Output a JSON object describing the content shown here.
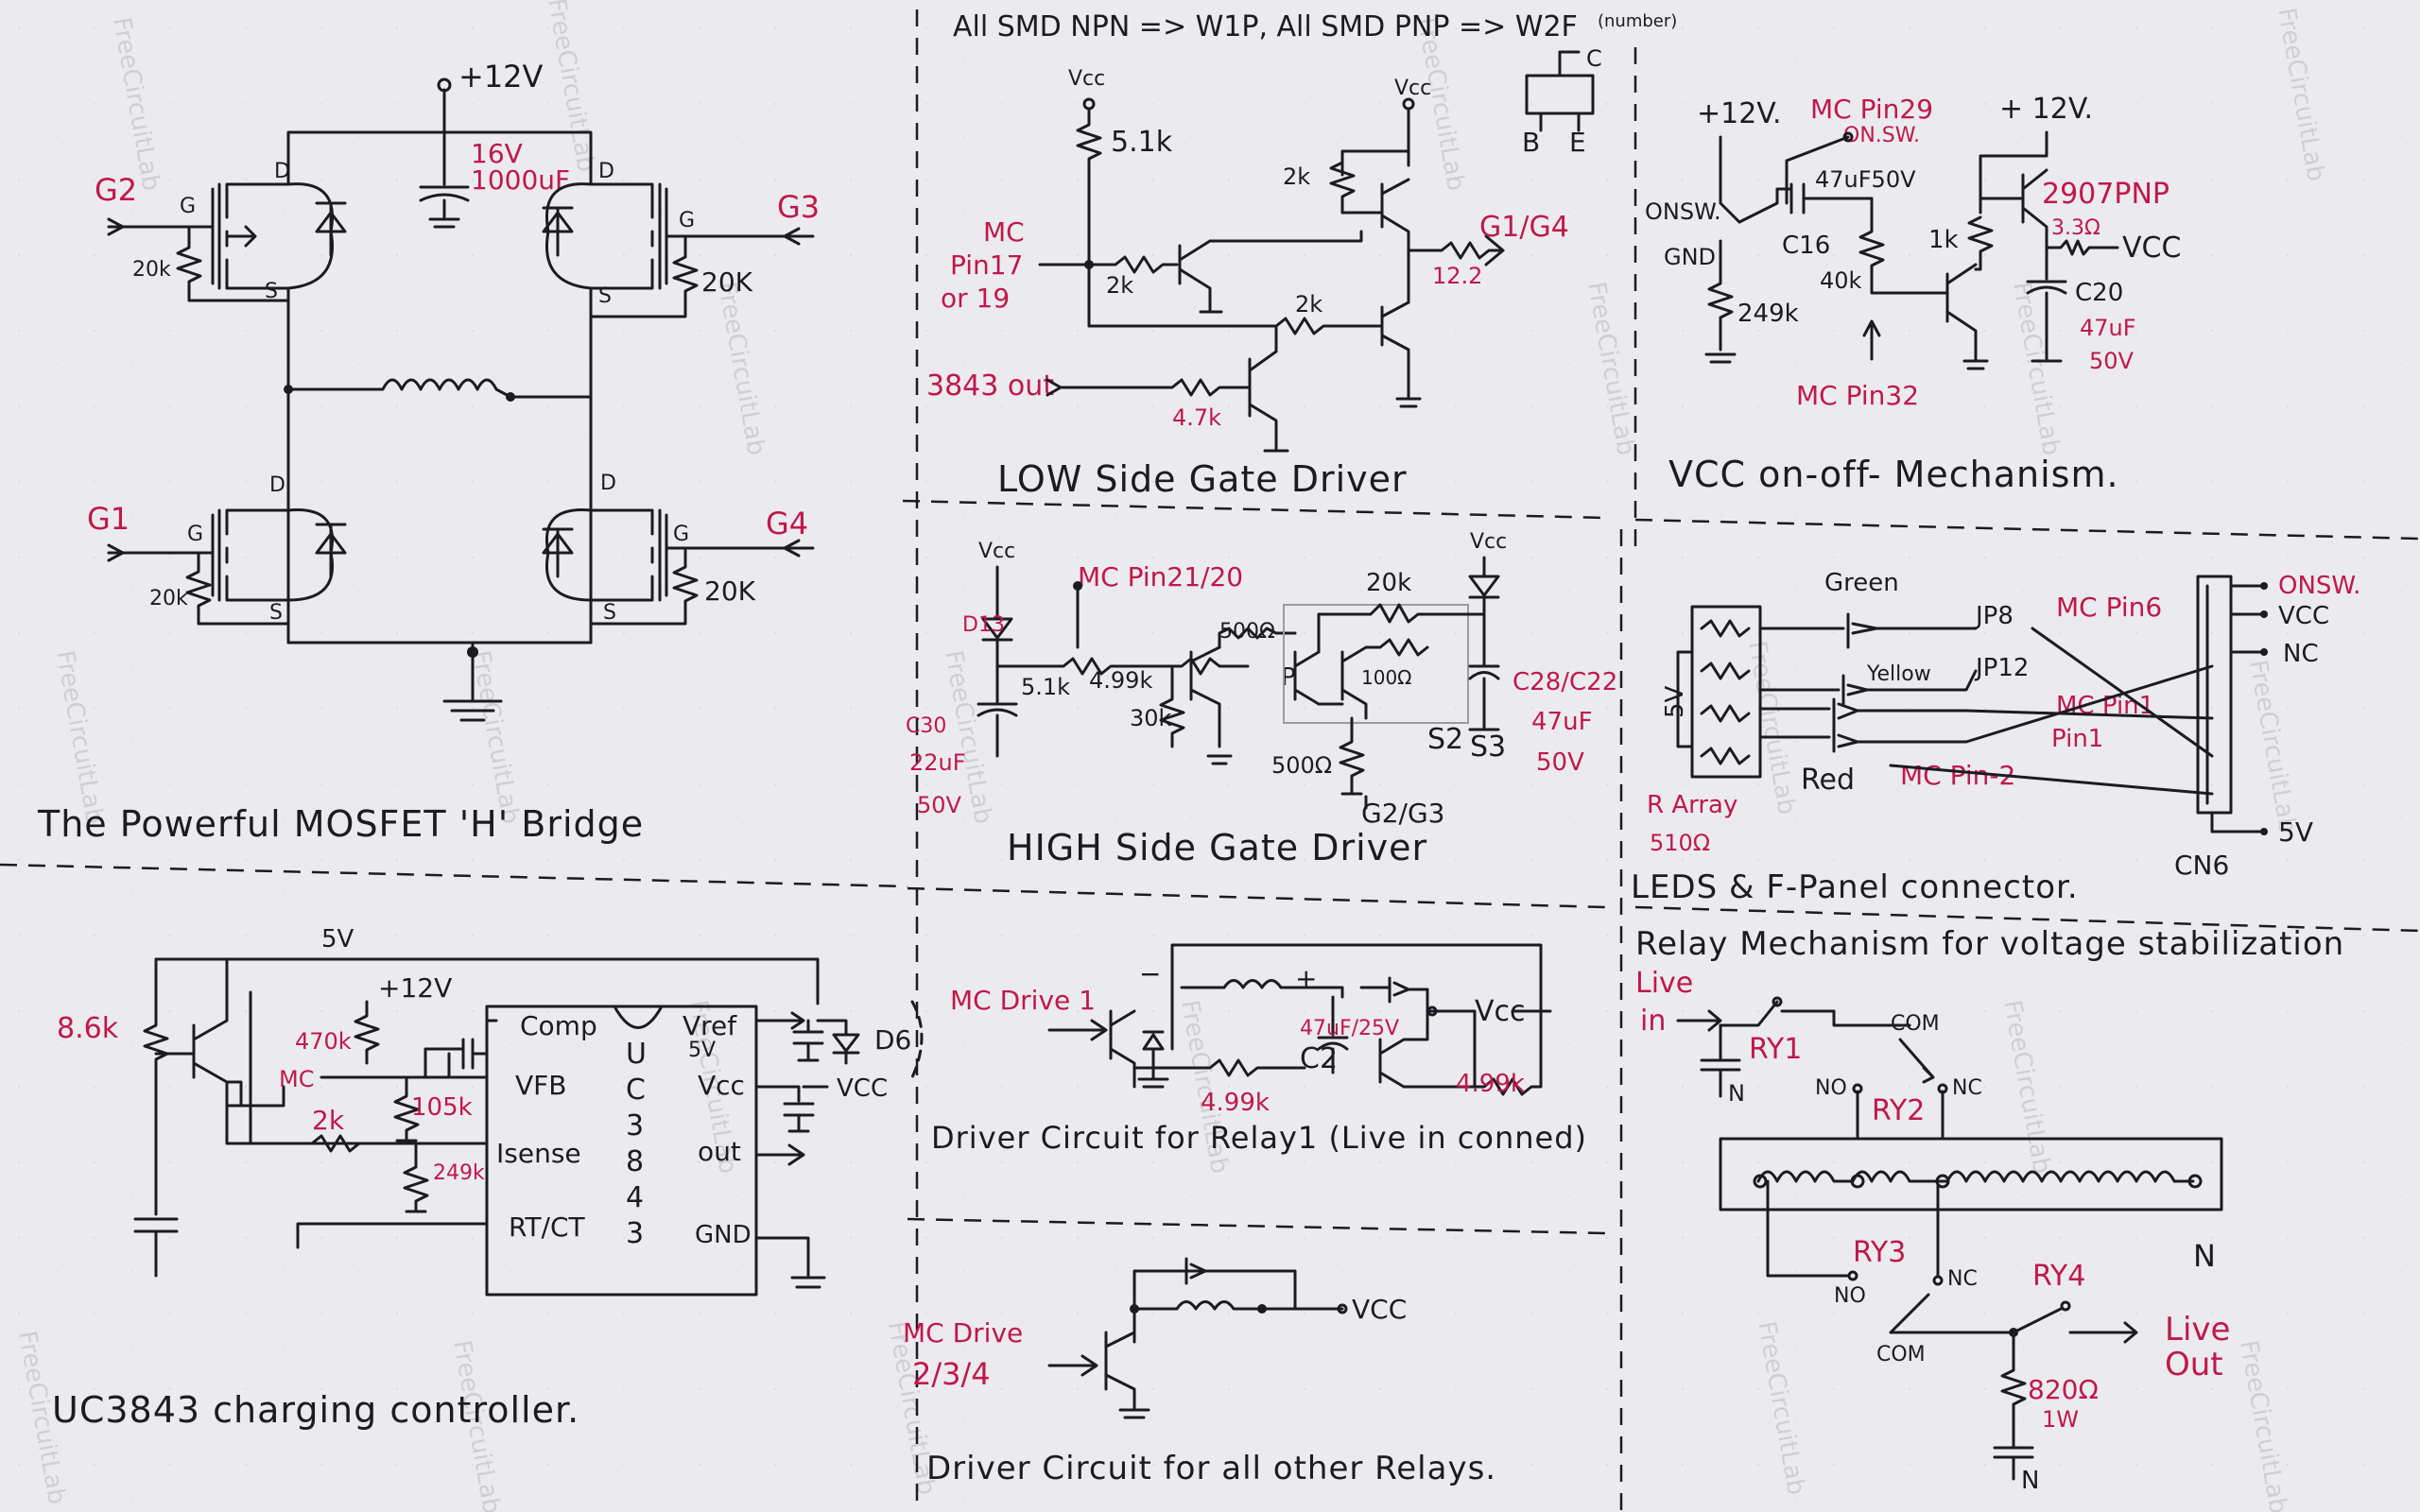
{
  "header_note": "All SMD NPN => W1P, All SMD PNP => W2F",
  "header_note_small": "(number)",
  "watermark": "FreeCircuitLab",
  "pinout": {
    "c": "C",
    "b": "B",
    "e": "E"
  },
  "hbridge": {
    "title": "The Powerful MOSFET 'H' Bridge",
    "supply": "+12V",
    "cap_v": "16V",
    "cap_c": "1000uF",
    "gates": [
      "G2",
      "G3",
      "G1",
      "G4"
    ],
    "res": "20K",
    "res_small": "20k",
    "d": "D",
    "s": "S",
    "g": "G"
  },
  "lowside": {
    "title": "LOW Side Gate Driver",
    "vcc": "Vcc",
    "r1": "5.1k",
    "r2": "2k",
    "r3": "2k",
    "r4": "2k",
    "r5": "4.7k",
    "r6": "12.2",
    "mc": "MC",
    "pin": "Pin17",
    "pin_or": "or 19",
    "in3843": "3843 out",
    "out": "G1/G4"
  },
  "vccsw": {
    "title": "VCC on-off- Mechanism.",
    "v12a": "+12V.",
    "v12b": "+ 12V.",
    "mcpin29": "MC Pin29",
    "onsw_top": "ON.SW.",
    "onsw": "ONSW.",
    "gnd": "GND",
    "c16": "C16",
    "c16v": "47uF50V",
    "r249": "249k",
    "r40": "40k",
    "r1k": "1k",
    "pnp": "2907PNP",
    "r33": "3.3Ω",
    "vcc": "VCC",
    "c20": "C20",
    "c20v1": "47uF",
    "c20v2": "50V",
    "mcpin32": "MC Pin32"
  },
  "highside": {
    "title": "HIGH Side Gate Driver",
    "vcc": "Vcc",
    "mcpin": "MC Pin21/20",
    "d13": "D13",
    "c30": "C30",
    "c30v1": "22uF",
    "c30v2": "50V",
    "r51": "5.1k",
    "r499": "4.99k",
    "r30": "30k",
    "r500": "500Ω",
    "r20": "20k",
    "r100": "100Ω",
    "r500b": "500Ω",
    "p": "P",
    "c28": "C28/C22",
    "c28v1": "47uF",
    "c28v2": "50V",
    "s2": "S2",
    "s3": "S3",
    "out": "G2/G3"
  },
  "leds": {
    "title": "LEDS & F-Panel connector.",
    "green": "Green",
    "yellow": "Yellow",
    "red": "Red",
    "jp8": "JP8",
    "jp12": "JP12",
    "mc6": "MC Pin6",
    "mc1": "MC Pin1",
    "pin1": "Pin1",
    "mc2": "MC Pin-2",
    "rarray": "R Array",
    "r510": "510Ω",
    "v5": "5V",
    "cn6": "CN6",
    "onsw": "ONSW.",
    "vcc": "VCC",
    "nc": "NC",
    "v5b": "5V"
  },
  "uc3843": {
    "title": "UC3843 charging controller.",
    "v5": "5V",
    "v12": "+12V",
    "r86": "8.6k",
    "r470": "470k",
    "r2k": "2k",
    "r105": "105k",
    "r249": "249k",
    "mc": "MC",
    "comp": "Comp",
    "vfb": "VFB",
    "isense": "Isense",
    "rtct": "RT/CT",
    "vref": "Vref",
    "vref5": "5V",
    "vcc_pin": "Vcc",
    "out": "out",
    "gnd": "GND",
    "chip": "UC3843",
    "d6": "D6",
    "vcc": "VCC"
  },
  "relay1": {
    "title": "Driver Circuit for Relay1 (Live in conned)",
    "mc": "MC Drive 1",
    "cap": "47uF/25V",
    "c2": "C2",
    "r1": "4.99k",
    "r2": "4.99k",
    "vcc": "Vcc"
  },
  "relays": {
    "title": "Driver Circuit for all other Relays.",
    "mc": "MC Drive",
    "mc2": "2/3/4",
    "vcc": "VCC"
  },
  "relaymech": {
    "title": "Relay Mechanism for voltage stabilization",
    "live_in": "Live",
    "live_in2": "in",
    "ry1": "RY1",
    "ry2": "RY2",
    "ry3": "RY3",
    "ry4": "RY4",
    "com": "COM",
    "no": "NO",
    "nc": "NC",
    "n": "N",
    "r820": "820Ω",
    "r1w": "1W",
    "live_out": "Live",
    "live_out2": "Out"
  }
}
